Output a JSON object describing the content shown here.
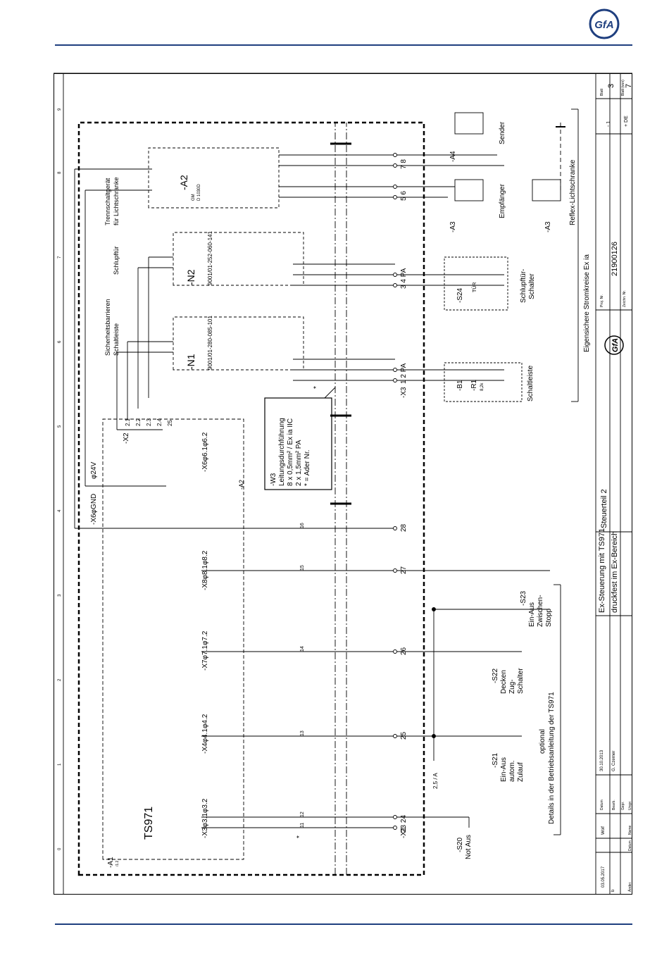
{
  "header": {
    "brand_color": "#1f3f7f",
    "logo_text": "GfA"
  },
  "title_block": {
    "title_line1": "Ex-Steuerung mit TS971",
    "title_line2": "druckfest im Ex-Bereich",
    "part": "Steuerteil 2",
    "proj_label": "Proj. Nr.",
    "proj_no": "21900126",
    "zeichn_label": "Zeichn. Nr.",
    "blatt_label": "Blatt",
    "blatt": "3",
    "blatt_von_label": "Blatt (von)",
    "blatt_von": "7",
    "minus1": "- 1",
    "plus_de": "+ DE",
    "date_created": "30.10.2013",
    "author": "G. Czerner",
    "date_changed": "03.05.2017",
    "changer": "Wolf",
    "datum_label": "Datum",
    "bearb_label": "Bearb.",
    "gepr_label": "Gepr.",
    "urspr_label": "Urspr.",
    "name_label": "Name",
    "aender_label": "Änder.",
    "b_label": "b"
  },
  "schematic": {
    "a1": "-A1",
    "a1_sub": "/1.2",
    "ts971": "TS971",
    "x6gnd": "-X6φGND",
    "v24": "φ24V",
    "x2": "-X2",
    "x3_left": "-X3φ3.1φ3.2",
    "x4": "-X4φ4.1φ4.2",
    "x7": "-X7φ7.1φ7.2",
    "x8": "-X8φ8.1φ8.2",
    "x6_62": "-X6φ6.1φ6.2",
    "a2_small": "-A2",
    "t21": "2.1",
    "t22": "2.2",
    "t23": "2.3",
    "t24": "2.4",
    "t25": "25",
    "barrier1": "Sicherheitsbarrieren",
    "barrier2": "Schaltleiste",
    "barrier3": "Schlupftür",
    "n1": "-N1",
    "n1_type": "9001/01-280-085-101",
    "n2": "-N2",
    "n2_type": "9001/01-252-060-141",
    "trenn1": "Trennschaltgerät",
    "trenn2": "für Lichtschranke",
    "a2": "-A2",
    "a2_gm": "GM",
    "a2_type": "D 1030D",
    "w3_1": "-W3",
    "w3_2": "Leitungsdurchführung",
    "w3_3": "8 x 0,5mm² / Ex ia IIC",
    "w3_4": "2 x 1,5mm²  PA",
    "w3_5": "* = Ader Nr.",
    "star": "*",
    "x3_right": "-X3",
    "x2_bottom": "-X2",
    "t_pa_12": "1 2 PA",
    "t_pa_34": "3 4 PA",
    "t_56": "5 6",
    "t_78": "7 8",
    "t23_24": "23  24",
    "t26": "26",
    "t27": "27",
    "t28": "28",
    "w11": "11",
    "w12": "12",
    "w13": "13",
    "w14": "14",
    "w15": "15",
    "w16": "16",
    "fuse": "2,5 / A",
    "s20": "-S20",
    "s20_desc": "Not Aus",
    "s21": "-S21",
    "s21_d1": "Ein-Aus",
    "s21_d2": "autom.",
    "s21_d3": "Zulauf",
    "s22": "-S22",
    "s22_d1": "Decken",
    "s22_d2": "Zug-",
    "s22_d3": "Schalter",
    "s23": "-S23",
    "s23_d1": "Ein-Aus",
    "s23_d2": "Zwischen-",
    "s23_d3": "Stopp",
    "optional1": "optional",
    "optional2": "Details in der Betriebsanleitung der TS971",
    "b1": "-B1",
    "r1": "-R1",
    "r1_val": "8,2k",
    "schaltleiste": "Schaltleiste",
    "s24": "-S24",
    "tuer": "TÜR",
    "schlupf1": "Schlupftür-",
    "schlupf2": "Schalter",
    "a3": "-A3",
    "a4": "-A4",
    "a3b": "-A3",
    "empf": "Empfänger",
    "sender": "Sender",
    "reflex": "Reflex-Lichtschranke",
    "eigen": "Eigensichere Stromkreise Ex ia",
    "col0": "0",
    "col1": "1",
    "col2": "2",
    "col3": "3",
    "col4": "4",
    "col5": "5",
    "col6": "6",
    "col7": "7",
    "col8": "8",
    "col9": "9"
  }
}
